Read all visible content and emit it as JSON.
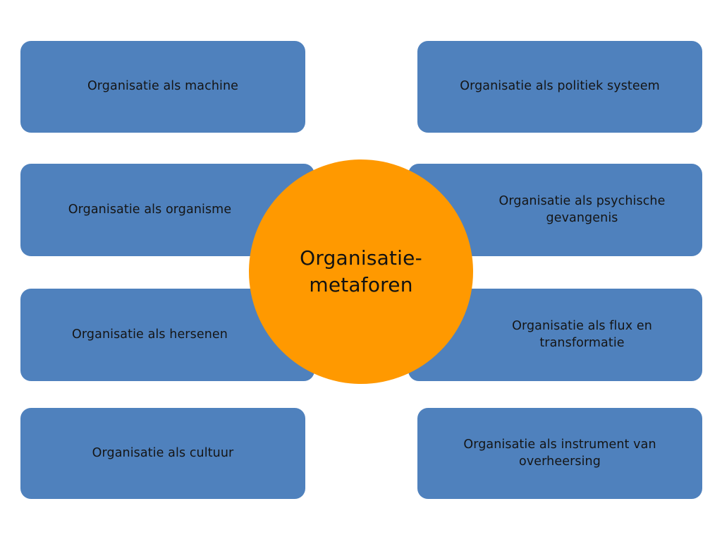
{
  "diagram": {
    "title": "Organisatie-metaforen",
    "center": {
      "label": "Organisatie-\nmetaforen",
      "color": "#FF9900",
      "text_color": "#121212"
    },
    "box_color": "#4F81BD",
    "box_text_color": "#151515",
    "background_color": "#FFFFFF",
    "left_column": [
      {
        "label": "Organisatie als machine"
      },
      {
        "label": "Organisatie als organisme"
      },
      {
        "label": "Organisatie als hersenen"
      },
      {
        "label": "Organisatie als cultuur"
      }
    ],
    "right_column": [
      {
        "label": "Organisatie als politiek systeem"
      },
      {
        "label": "Organisatie als psychische\ngevangenis"
      },
      {
        "label": "Organisatie als flux en\ntransformatie"
      },
      {
        "label": "Organisatie als instrument van\noverheersing"
      }
    ]
  }
}
